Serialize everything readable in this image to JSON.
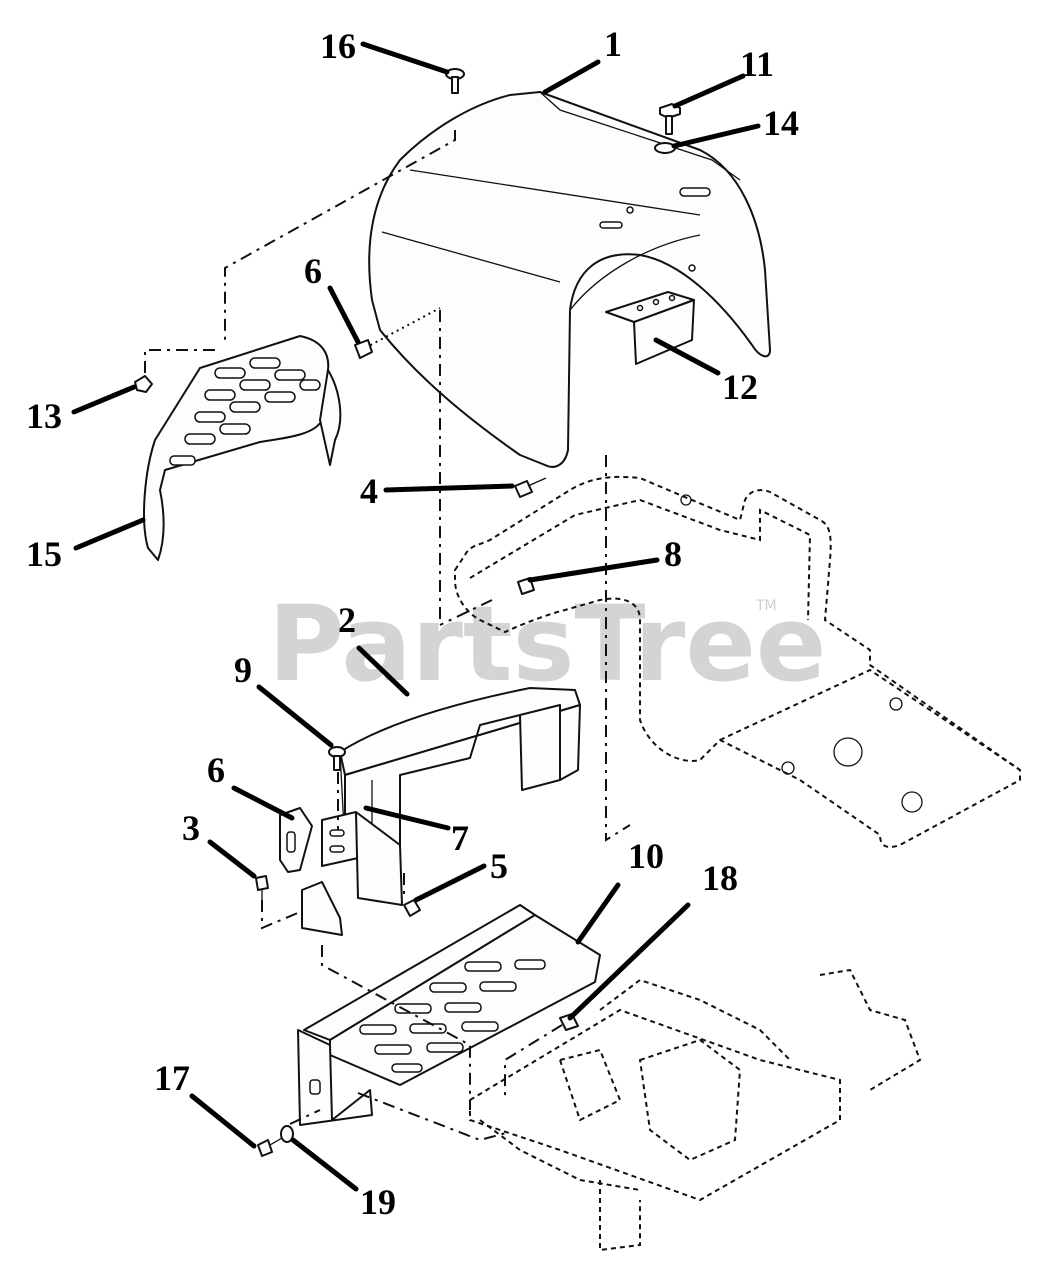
{
  "watermark": {
    "text": "PartsTree",
    "trademark": "TM"
  },
  "callouts": [
    {
      "id": "1",
      "label": "1"
    },
    {
      "id": "2",
      "label": "2"
    },
    {
      "id": "3",
      "label": "3"
    },
    {
      "id": "4",
      "label": "4"
    },
    {
      "id": "5",
      "label": "5"
    },
    {
      "id": "6a",
      "label": "6"
    },
    {
      "id": "6b",
      "label": "6"
    },
    {
      "id": "7",
      "label": "7"
    },
    {
      "id": "8",
      "label": "8"
    },
    {
      "id": "9",
      "label": "9"
    },
    {
      "id": "10",
      "label": "10"
    },
    {
      "id": "11",
      "label": "11"
    },
    {
      "id": "12",
      "label": "12"
    },
    {
      "id": "13",
      "label": "13"
    },
    {
      "id": "14",
      "label": "14"
    },
    {
      "id": "15",
      "label": "15"
    },
    {
      "id": "16",
      "label": "16"
    },
    {
      "id": "17",
      "label": "17"
    },
    {
      "id": "18",
      "label": "18"
    },
    {
      "id": "19",
      "label": "19"
    }
  ]
}
